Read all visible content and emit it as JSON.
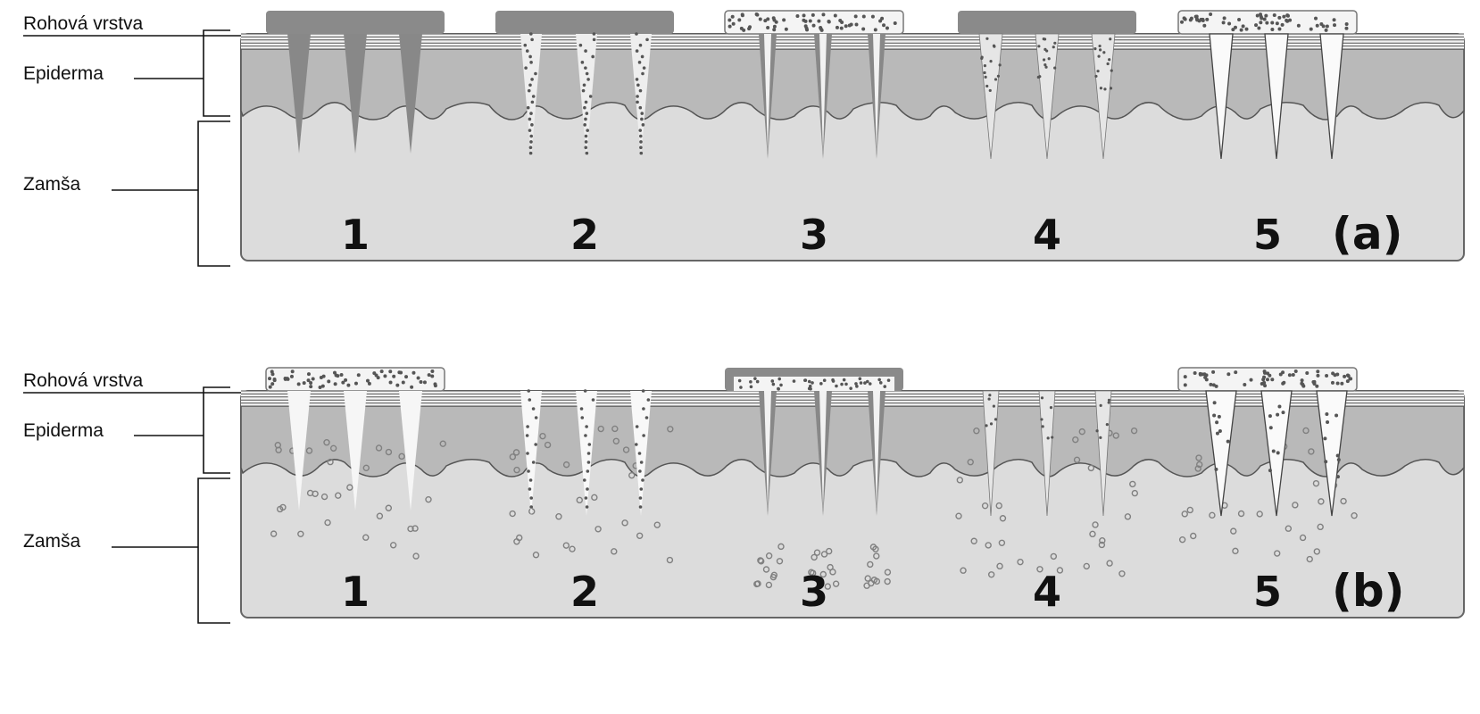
{
  "layer_labels": {
    "stratum_corneum": "Rohová vrstva",
    "epidermis": "Epiderma",
    "dermis": "Zamša"
  },
  "panels": [
    {
      "tag": "(a)",
      "stage": "application",
      "columns": [
        "1",
        "2",
        "3",
        "4",
        "5"
      ]
    },
    {
      "tag": "(b)",
      "stage": "release",
      "columns": [
        "1",
        "2",
        "3",
        "4",
        "5"
      ]
    }
  ],
  "colors": {
    "dermis": "#dcdcdc",
    "epidermis": "#b9b9b9",
    "solid_needle": "#888888",
    "patch_base": "#8a8a8a",
    "particle": "#808080",
    "outline": "#666666"
  }
}
